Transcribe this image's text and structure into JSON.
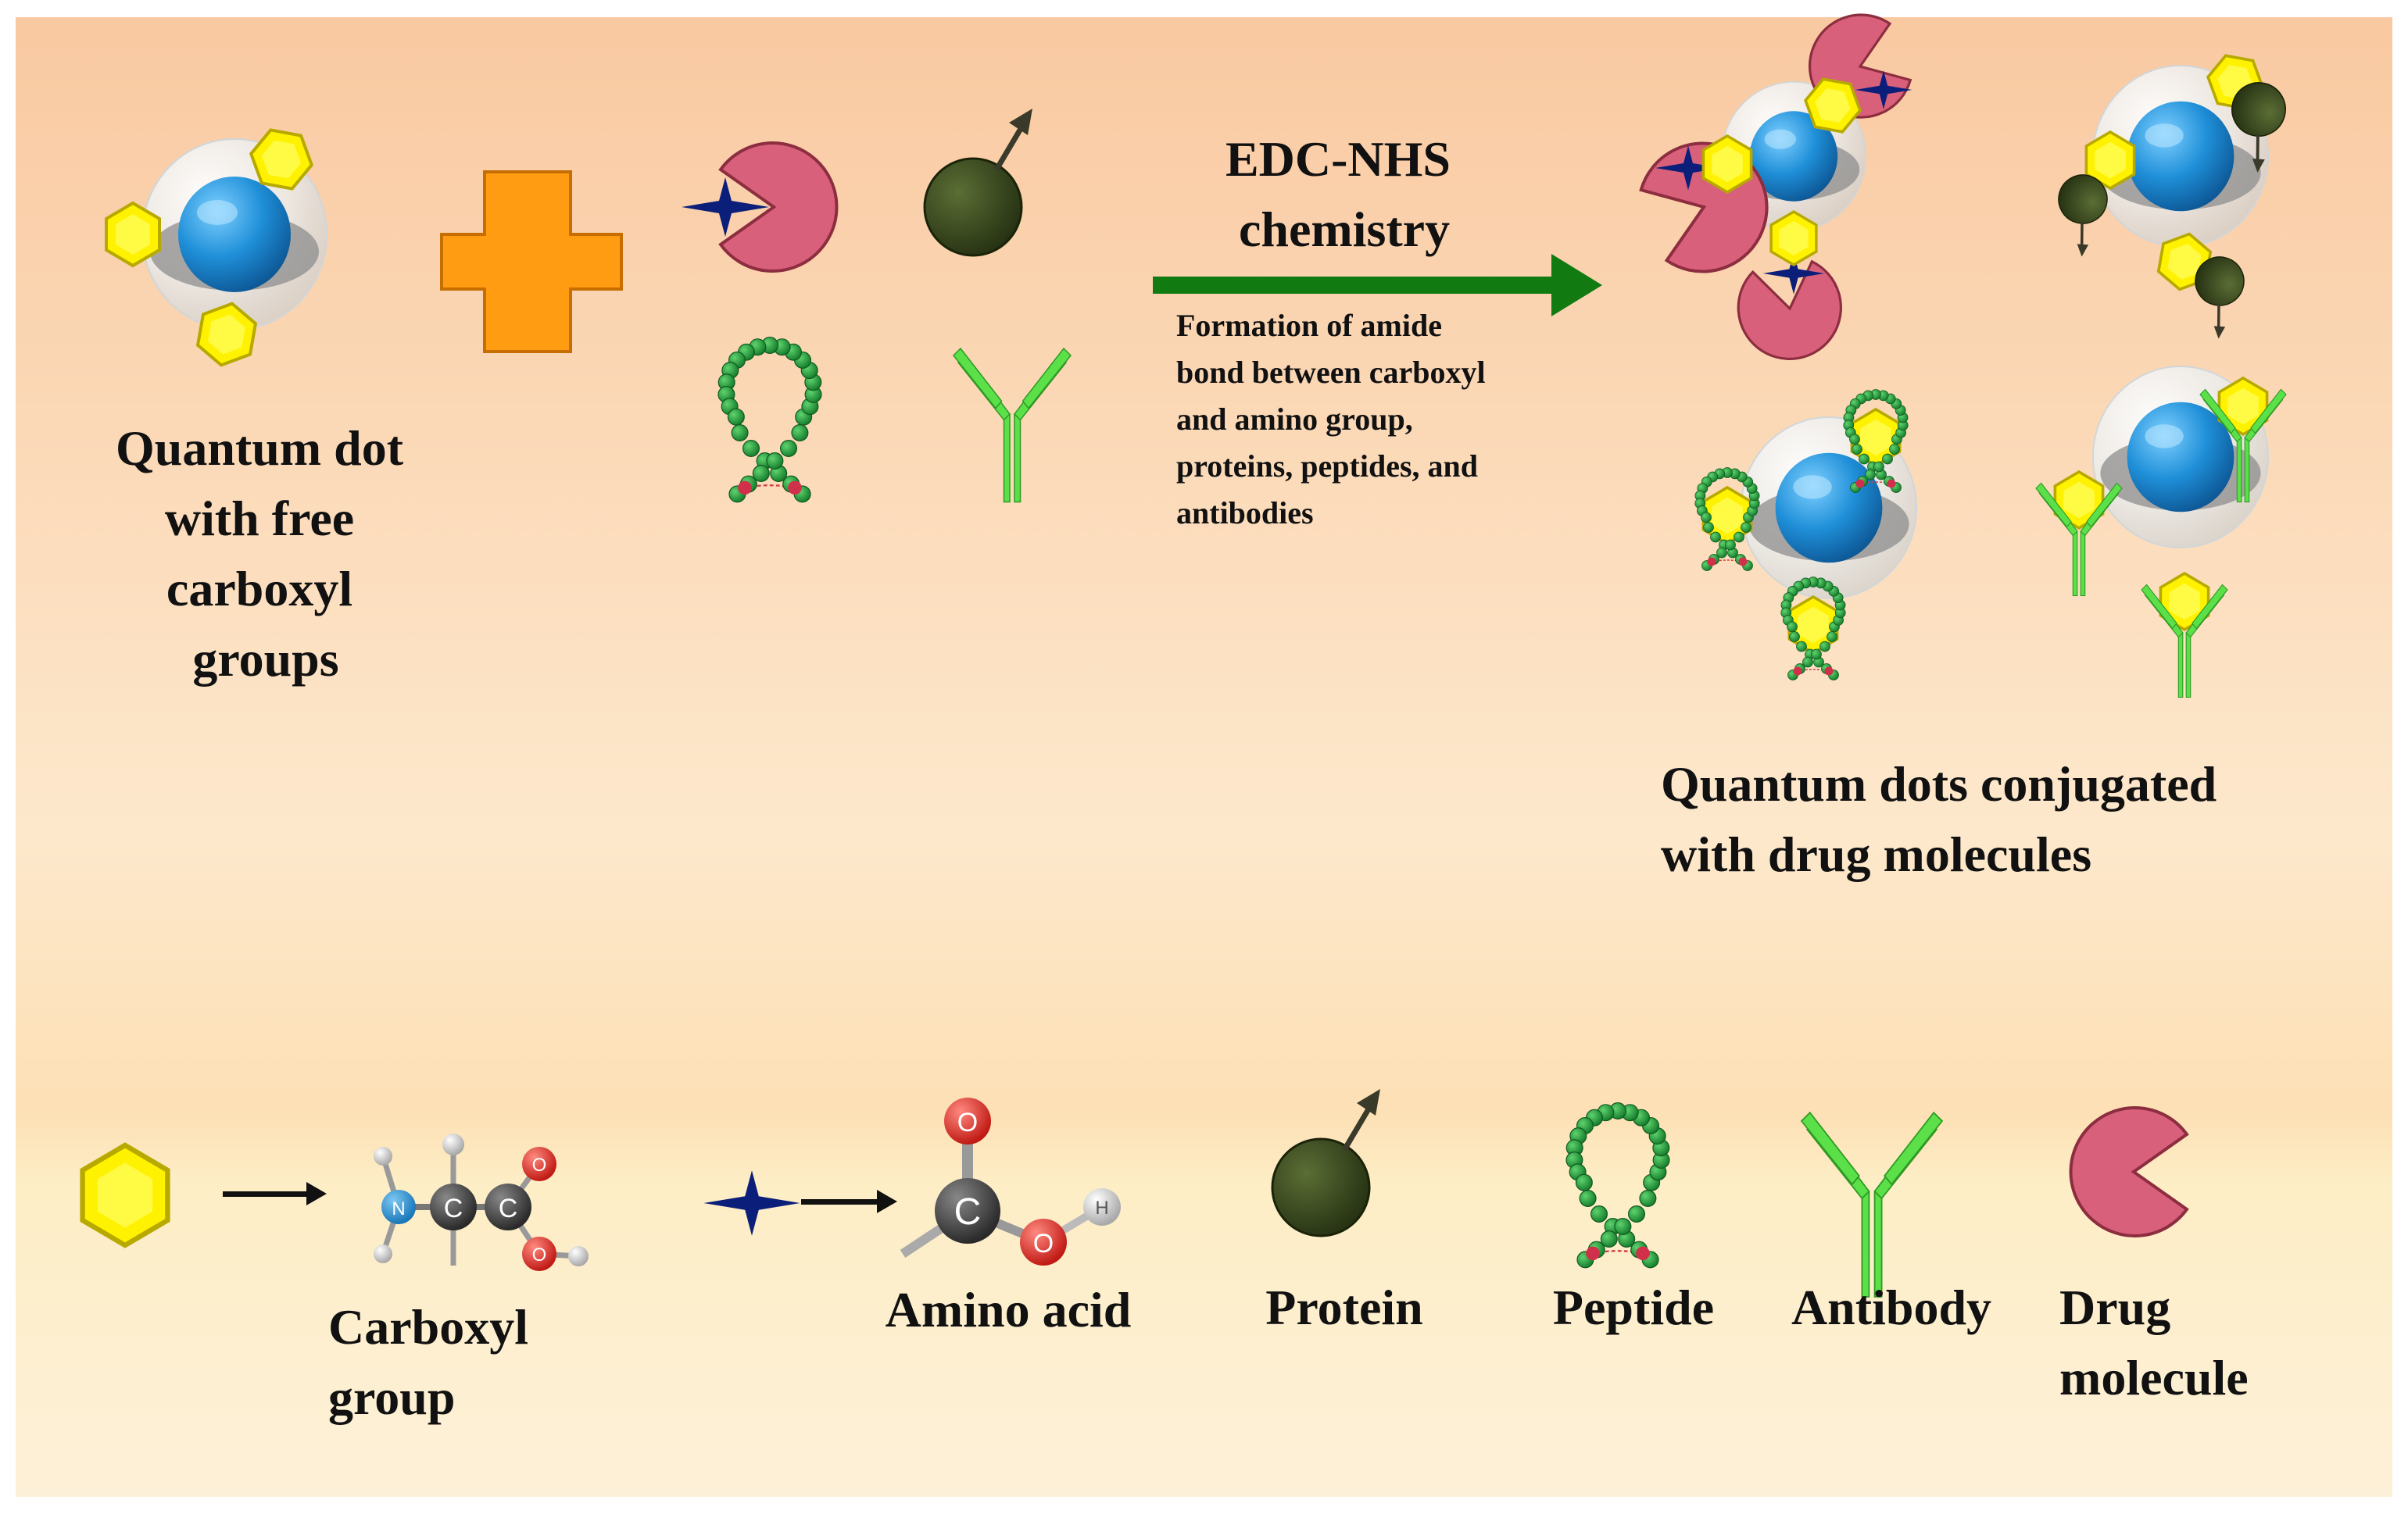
{
  "colors": {
    "background_top": "#f9c9a1",
    "background_mid": "#fde8cc",
    "background_band": "#fde7b0",
    "qd_core": "#1f8fd8",
    "carboxyl_hexagon": "#fff200",
    "drug_pacman": "#d9607a",
    "amino_star": "#0b1f7a",
    "protein_sphere": "#33441c",
    "peptide_bead": "#1f9a3a",
    "antibody": "#5be04a",
    "plus_sign": "#ff9c12",
    "reaction_arrow": "#117a11"
  },
  "labels": {
    "qd_free": [
      "Quantum dot",
      "with free",
      "carboxyl",
      "groups"
    ],
    "reaction_title": [
      "EDC-NHS",
      "chemistry"
    ],
    "reaction_note": [
      "Formation of amide",
      "bond between carboxyl",
      "and amino group,",
      "proteins, peptides, and",
      "antibodies"
    ],
    "conjugated": [
      "Quantum dots conjugated",
      "with drug molecules"
    ]
  },
  "legend": {
    "carboxyl_group": [
      "Carboxyl",
      "group"
    ],
    "amino_acid": "Amino acid",
    "protein": "Protein",
    "peptide": "Peptide",
    "antibody": "Antibody",
    "drug_molecule": [
      "Drug",
      "molecule"
    ]
  },
  "atoms": {
    "nitrogen": "N",
    "carbon": "C",
    "oxygen": "O",
    "hydrogen": "H"
  }
}
